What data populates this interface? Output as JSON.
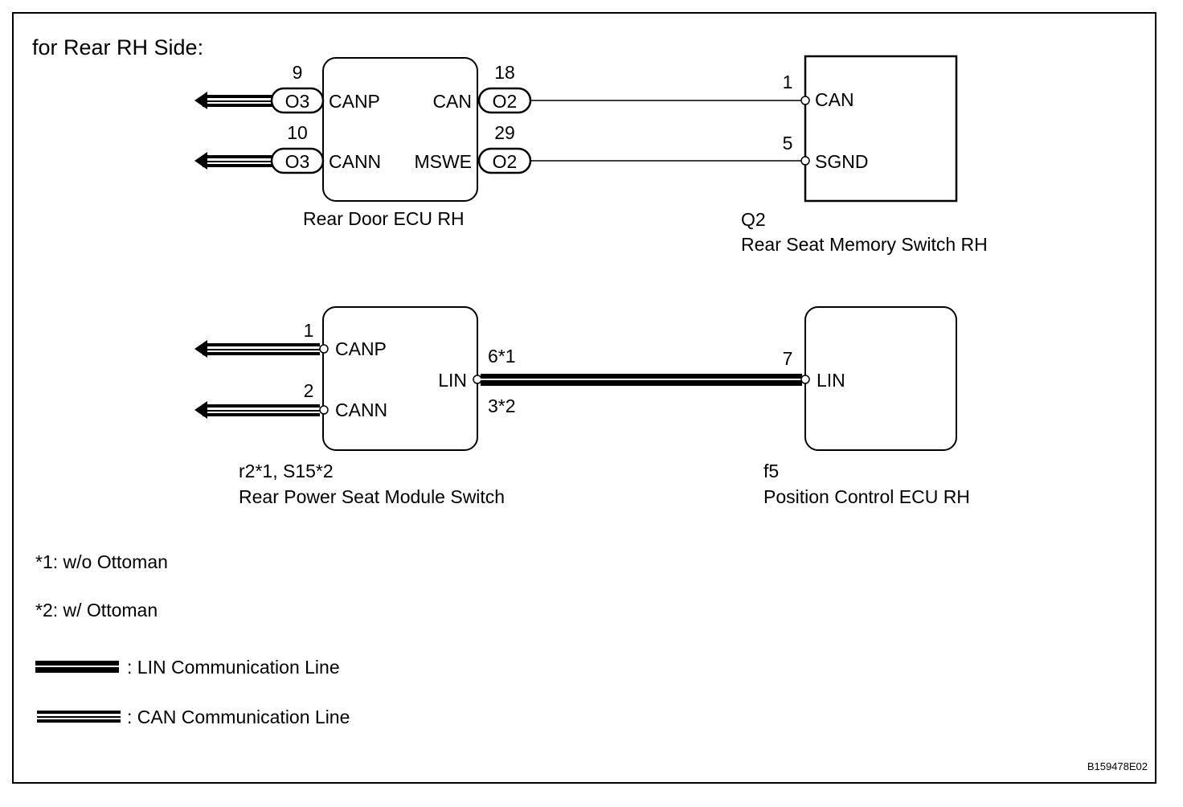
{
  "heading": "for Rear RH Side:",
  "rear_door_ecu": {
    "name": "Rear Door ECU RH",
    "pins": [
      {
        "number": "9",
        "connector": "O3",
        "signal": "CANP"
      },
      {
        "number": "10",
        "connector": "O3",
        "signal": "CANN"
      },
      {
        "number": "18",
        "connector": "O2",
        "signal": "CAN"
      },
      {
        "number": "29",
        "connector": "O2",
        "signal": "MSWE"
      }
    ]
  },
  "memory_switch": {
    "code": "Q2",
    "name": "Rear Seat Memory Switch RH",
    "pins": [
      {
        "number": "1",
        "signal": "CAN"
      },
      {
        "number": "5",
        "signal": "SGND"
      }
    ]
  },
  "seat_module_switch": {
    "code": "r2*1, S15*2",
    "name": "Rear Power Seat Module Switch",
    "pins": [
      {
        "number": "1",
        "signal": "CANP"
      },
      {
        "number": "2",
        "signal": "CANN"
      }
    ],
    "lin_signal": "LIN",
    "lin_pin_w_o": "6*1",
    "lin_pin_w": "3*2"
  },
  "position_ecu": {
    "code": "f5",
    "name": "Position Control ECU RH",
    "pin_number": "7",
    "signal": "LIN"
  },
  "notes": [
    "*1: w/o Ottoman",
    "*2: w/ Ottoman"
  ],
  "legend": {
    "lin": ": LIN Communication Line",
    "can": ": CAN Communication Line"
  },
  "figure_id": "B159478E02"
}
